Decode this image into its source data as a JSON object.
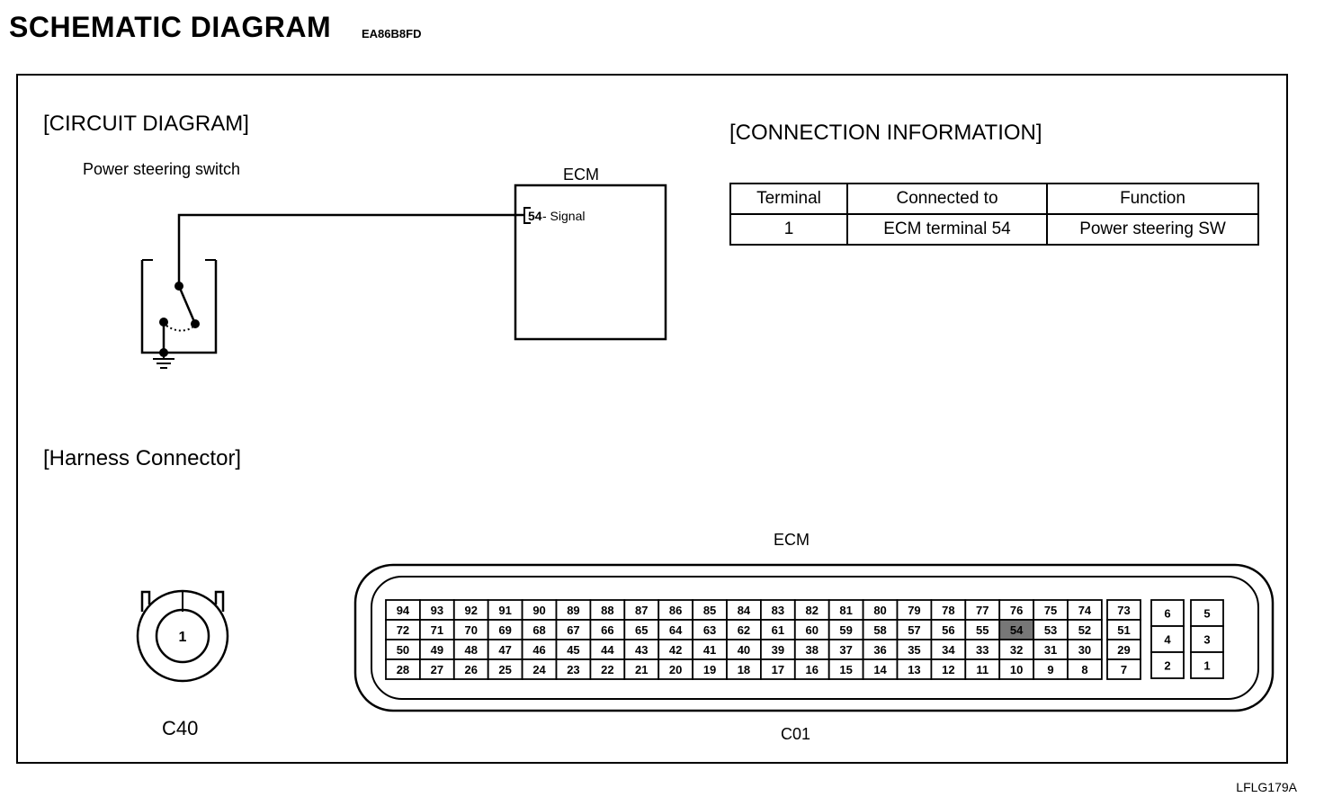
{
  "header": {
    "title": "SCHEMATIC  DIAGRAM",
    "code": "EA86B8FD"
  },
  "circuit": {
    "section_title": "[CIRCUIT DIAGRAM]",
    "switch_label": "Power steering switch",
    "ecm_label": "ECM",
    "pin_label": "54",
    "signal_label": "- Signal"
  },
  "connection": {
    "section_title": "[CONNECTION INFORMATION]",
    "headers": [
      "Terminal",
      "Connected to",
      "Function"
    ],
    "rows": [
      [
        "1",
        "ECM terminal 54",
        "Power steering SW"
      ]
    ]
  },
  "harness": {
    "section_title": "[Harness Connector]",
    "c40": {
      "pin": "1",
      "label": "C40"
    },
    "ecm": {
      "title": "ECM",
      "label": "C01",
      "highlighted_pin": "54",
      "highlight_color": "#777777",
      "main_rows": [
        [
          "94",
          "93",
          "92",
          "91",
          "90",
          "89",
          "88",
          "87",
          "86",
          "85",
          "84",
          "83",
          "82",
          "81",
          "80",
          "79",
          "78",
          "77",
          "76",
          "75",
          "74"
        ],
        [
          "72",
          "71",
          "70",
          "69",
          "68",
          "67",
          "66",
          "65",
          "64",
          "63",
          "62",
          "61",
          "60",
          "59",
          "58",
          "57",
          "56",
          "55",
          "54",
          "53",
          "52"
        ],
        [
          "50",
          "49",
          "48",
          "47",
          "46",
          "45",
          "44",
          "43",
          "42",
          "41",
          "40",
          "39",
          "38",
          "37",
          "36",
          "35",
          "34",
          "33",
          "32",
          "31",
          "30"
        ],
        [
          "28",
          "27",
          "26",
          "25",
          "24",
          "23",
          "22",
          "21",
          "20",
          "19",
          "18",
          "17",
          "16",
          "15",
          "14",
          "13",
          "12",
          "11",
          "10",
          "9",
          "8"
        ]
      ],
      "side_col": [
        "73",
        "51",
        "29",
        "7"
      ],
      "block_left": [
        "6",
        "4",
        "2"
      ],
      "block_right": [
        "5",
        "3",
        "1"
      ]
    }
  },
  "footer": {
    "code": "LFLG179A"
  }
}
